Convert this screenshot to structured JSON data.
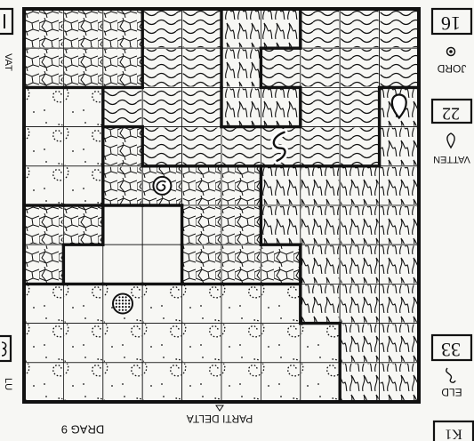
{
  "footer": {
    "puzzle_label": "PARTI DELTA",
    "move_label": "DRAG 9"
  },
  "right_panel": {
    "jord": {
      "score": "16",
      "label": "JORD"
    },
    "vatten": {
      "score": "22",
      "label": "VATTEN"
    },
    "eld": {
      "score": "33",
      "label": "ELD"
    }
  },
  "left_panel": {
    "vatten_fragment": "VAT",
    "luft_fragment": "LU"
  },
  "corner_fragment": "K1",
  "board": {
    "rows": 10,
    "cols": 10,
    "legend": {
      "S": "stone",
      "W": "water",
      "F": "fire",
      "D": "dotted-air",
      "E": "empty"
    },
    "grid": [
      "SSSWWFFWWW",
      "SSSWWFWWWW",
      "DDWWWFFWWF",
      "DDSWWWWWWF",
      "DDSSSSFFFF",
      "SSEESSFFFF",
      "SEEESSSFFF",
      "DDDDDDDFFF",
      "DDDDDDDDFF",
      "DDDDDDDDFF"
    ],
    "tokens": [
      {
        "name": "water-drop-token",
        "row": 2,
        "col": 9
      },
      {
        "name": "water-swirl-token",
        "row": 3,
        "col": 6
      },
      {
        "name": "spiral-token",
        "row": 4,
        "col": 3
      },
      {
        "name": "orb-token",
        "row": 7,
        "col": 2
      }
    ]
  }
}
